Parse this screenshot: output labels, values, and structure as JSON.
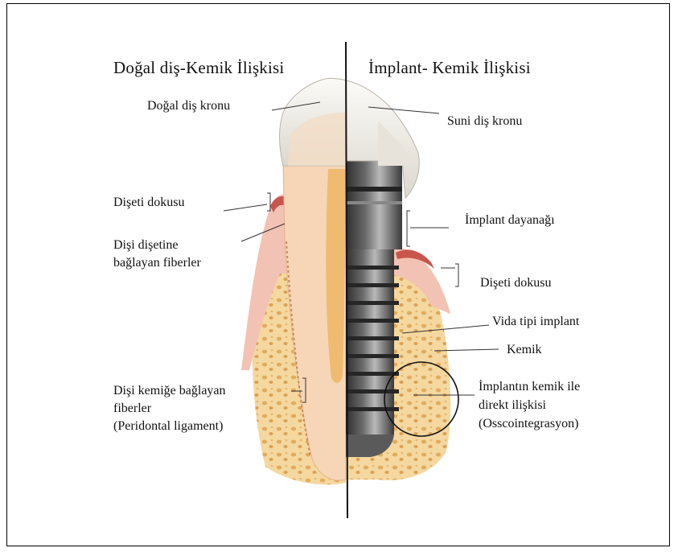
{
  "titles": {
    "left": "Doğal diş-Kemik İlişkisi",
    "right": "İmplant- Kemik İlişkisi"
  },
  "left_labels": {
    "crown": "Doğal diş kronu",
    "gingiva": "Dişeti dokusu",
    "gingival_fibers_line1": "Dişi dişetine",
    "gingival_fibers_line2": "bağlayan fiberler",
    "pdl_line1": "Dişi kemiğe bağlayan",
    "pdl_line2": "fiberler",
    "pdl_line3": "(Peridontal ligament)"
  },
  "right_labels": {
    "crown": "Suni diş kronu",
    "abutment": "İmplant dayanağı",
    "gingiva": "Dişeti dokusu",
    "screw": "Vida tipi implant",
    "bone": "Kemik",
    "osseo_line1": "İmplantın kemik ile",
    "osseo_line2": "direkt ilişkisi",
    "osseo_line3": "(Osscointegrasyon)"
  },
  "colors": {
    "frame": "#000000",
    "bone": "#f3d49a",
    "bone_dots": "#e0a85a",
    "gingiva": "#e9a39a",
    "gingiva_dark": "#c9564d",
    "enamel": "#ece9e2",
    "dentin": "#f6d6b7",
    "pulp": "#eebb70",
    "implant": "#4a4a4a",
    "implant_light": "#9a9a9a"
  }
}
